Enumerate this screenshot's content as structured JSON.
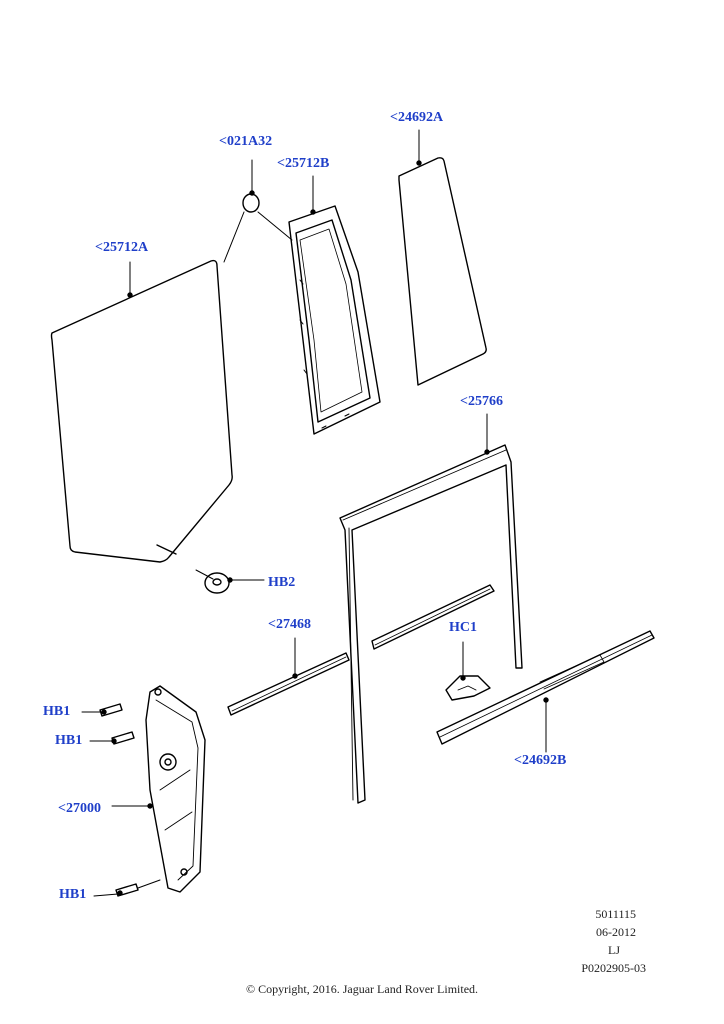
{
  "callouts": {
    "c021a32": "<021A32",
    "c25712b": "<25712B",
    "c24692a_top": "<24692A",
    "c25712a": "<25712A",
    "c25766": "<25766",
    "hb2": "HB2",
    "c27468": "<27468",
    "hc1": "HC1",
    "hb1_a": "HB1",
    "hb1_b": "HB1",
    "c27000": "<27000",
    "c24692b": "<24692B",
    "hb1_c": "HB1"
  },
  "metadata": {
    "code": "5011115",
    "date": "06-2012",
    "initials": "LJ",
    "ref": "P0202905-03"
  },
  "copyright": "© Copyright, 2016. Jaguar Land Rover Limited.",
  "colors": {
    "callout": "#1f3fc9",
    "line": "#000000"
  }
}
